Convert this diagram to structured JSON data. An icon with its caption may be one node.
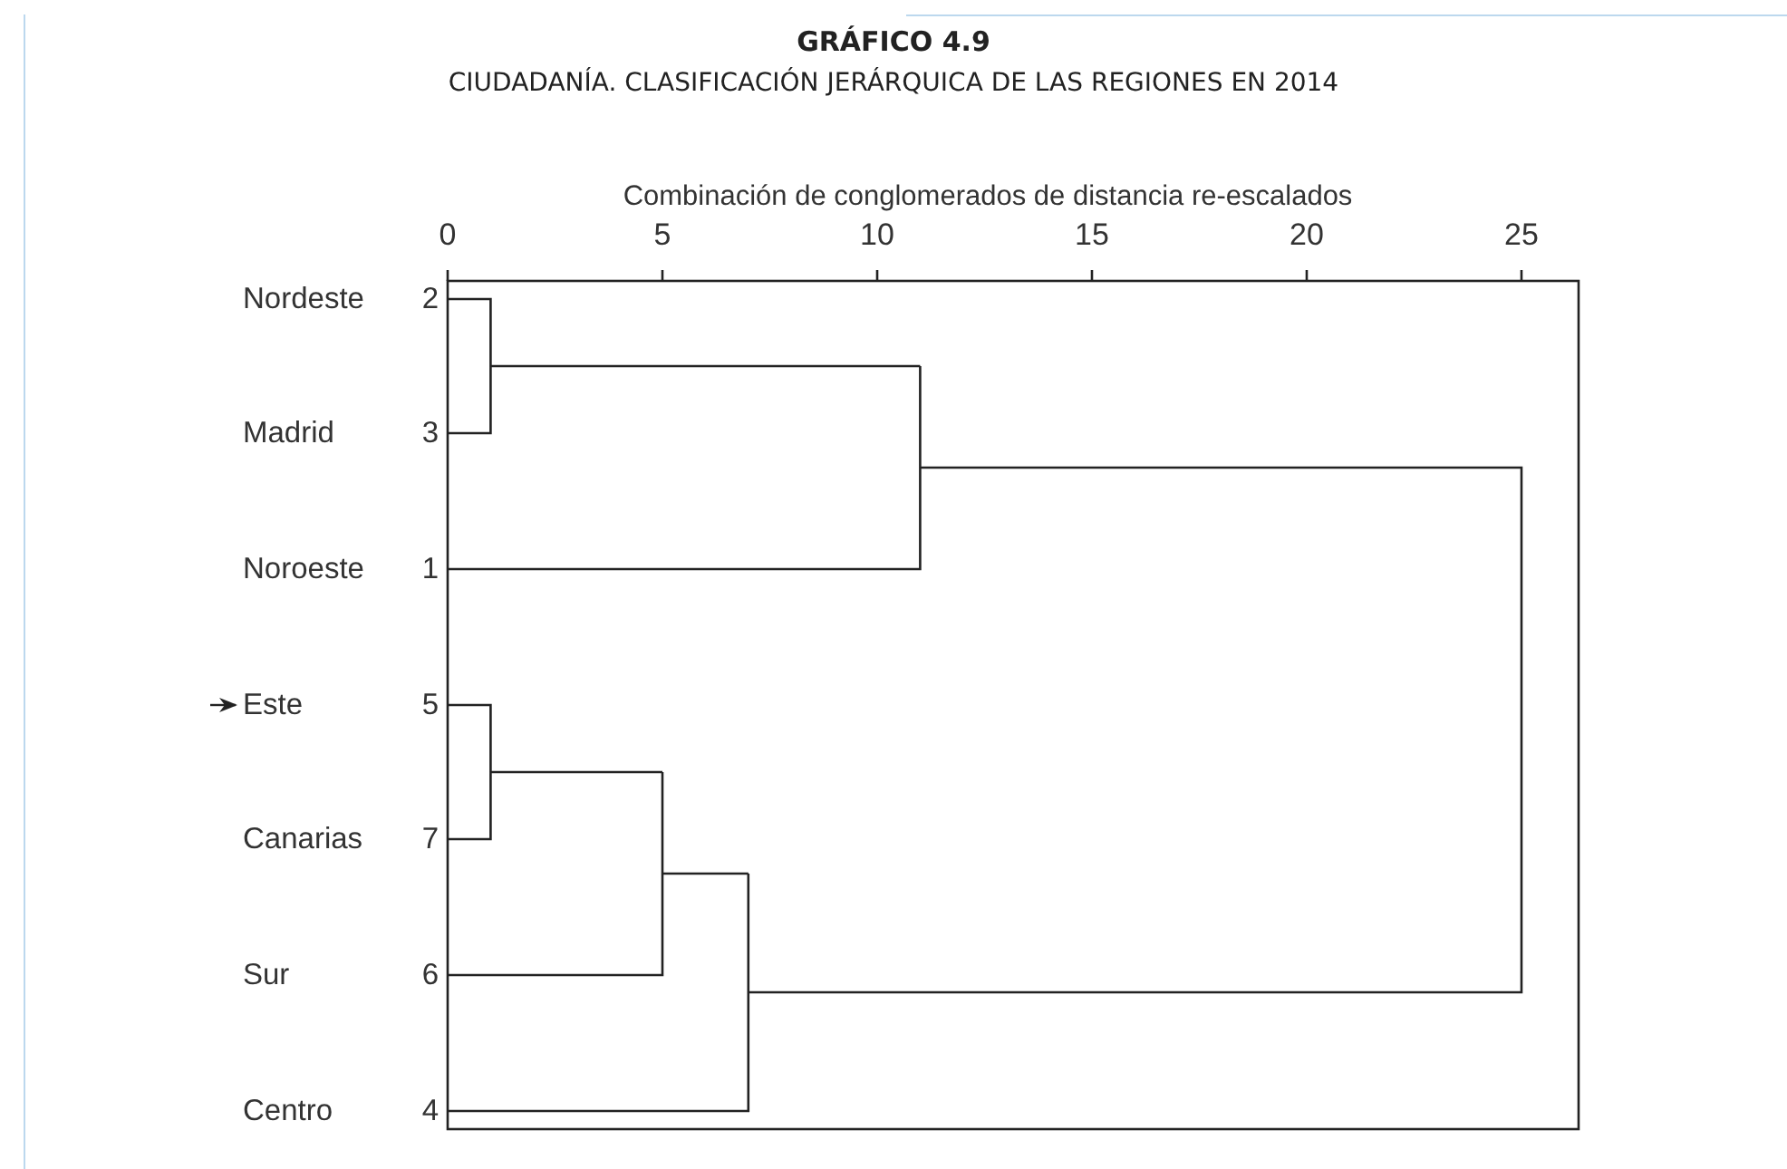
{
  "diagram": {
    "title": "GRÁFICO 4.9",
    "nodes": [
      {
        "text": [
          "Nordeste",
          "2"
        ]
      },
      {
        "text": [
          "Madrid",
          "3"
        ]
      },
      {
        "text": [
          "Noroeste",
          "1"
        ]
      },
      {
        "text": [
          "Este",
          "5"
        ]
      },
      {
        "text": [
          "Canarias",
          "7"
        ]
      },
      {
        "text": [
          "Sur",
          "6"
        ]
      },
      {
        "text": [
          "Centro",
          "4"
        ]
      }
    ],
    "edges": [
      {
        "from": null,
        "to": 3,
        "arrow": "to"
      }
    ],
    "labels": [
      "CIUDADANÍA. CLASIFICACIÓN JERÁRQUICA DE LAS REGIONES EN 2014",
      "Combinación de conglomerados de distancia re-escalados",
      "0",
      "5",
      "10",
      "15",
      "20",
      "25"
    ]
  }
}
